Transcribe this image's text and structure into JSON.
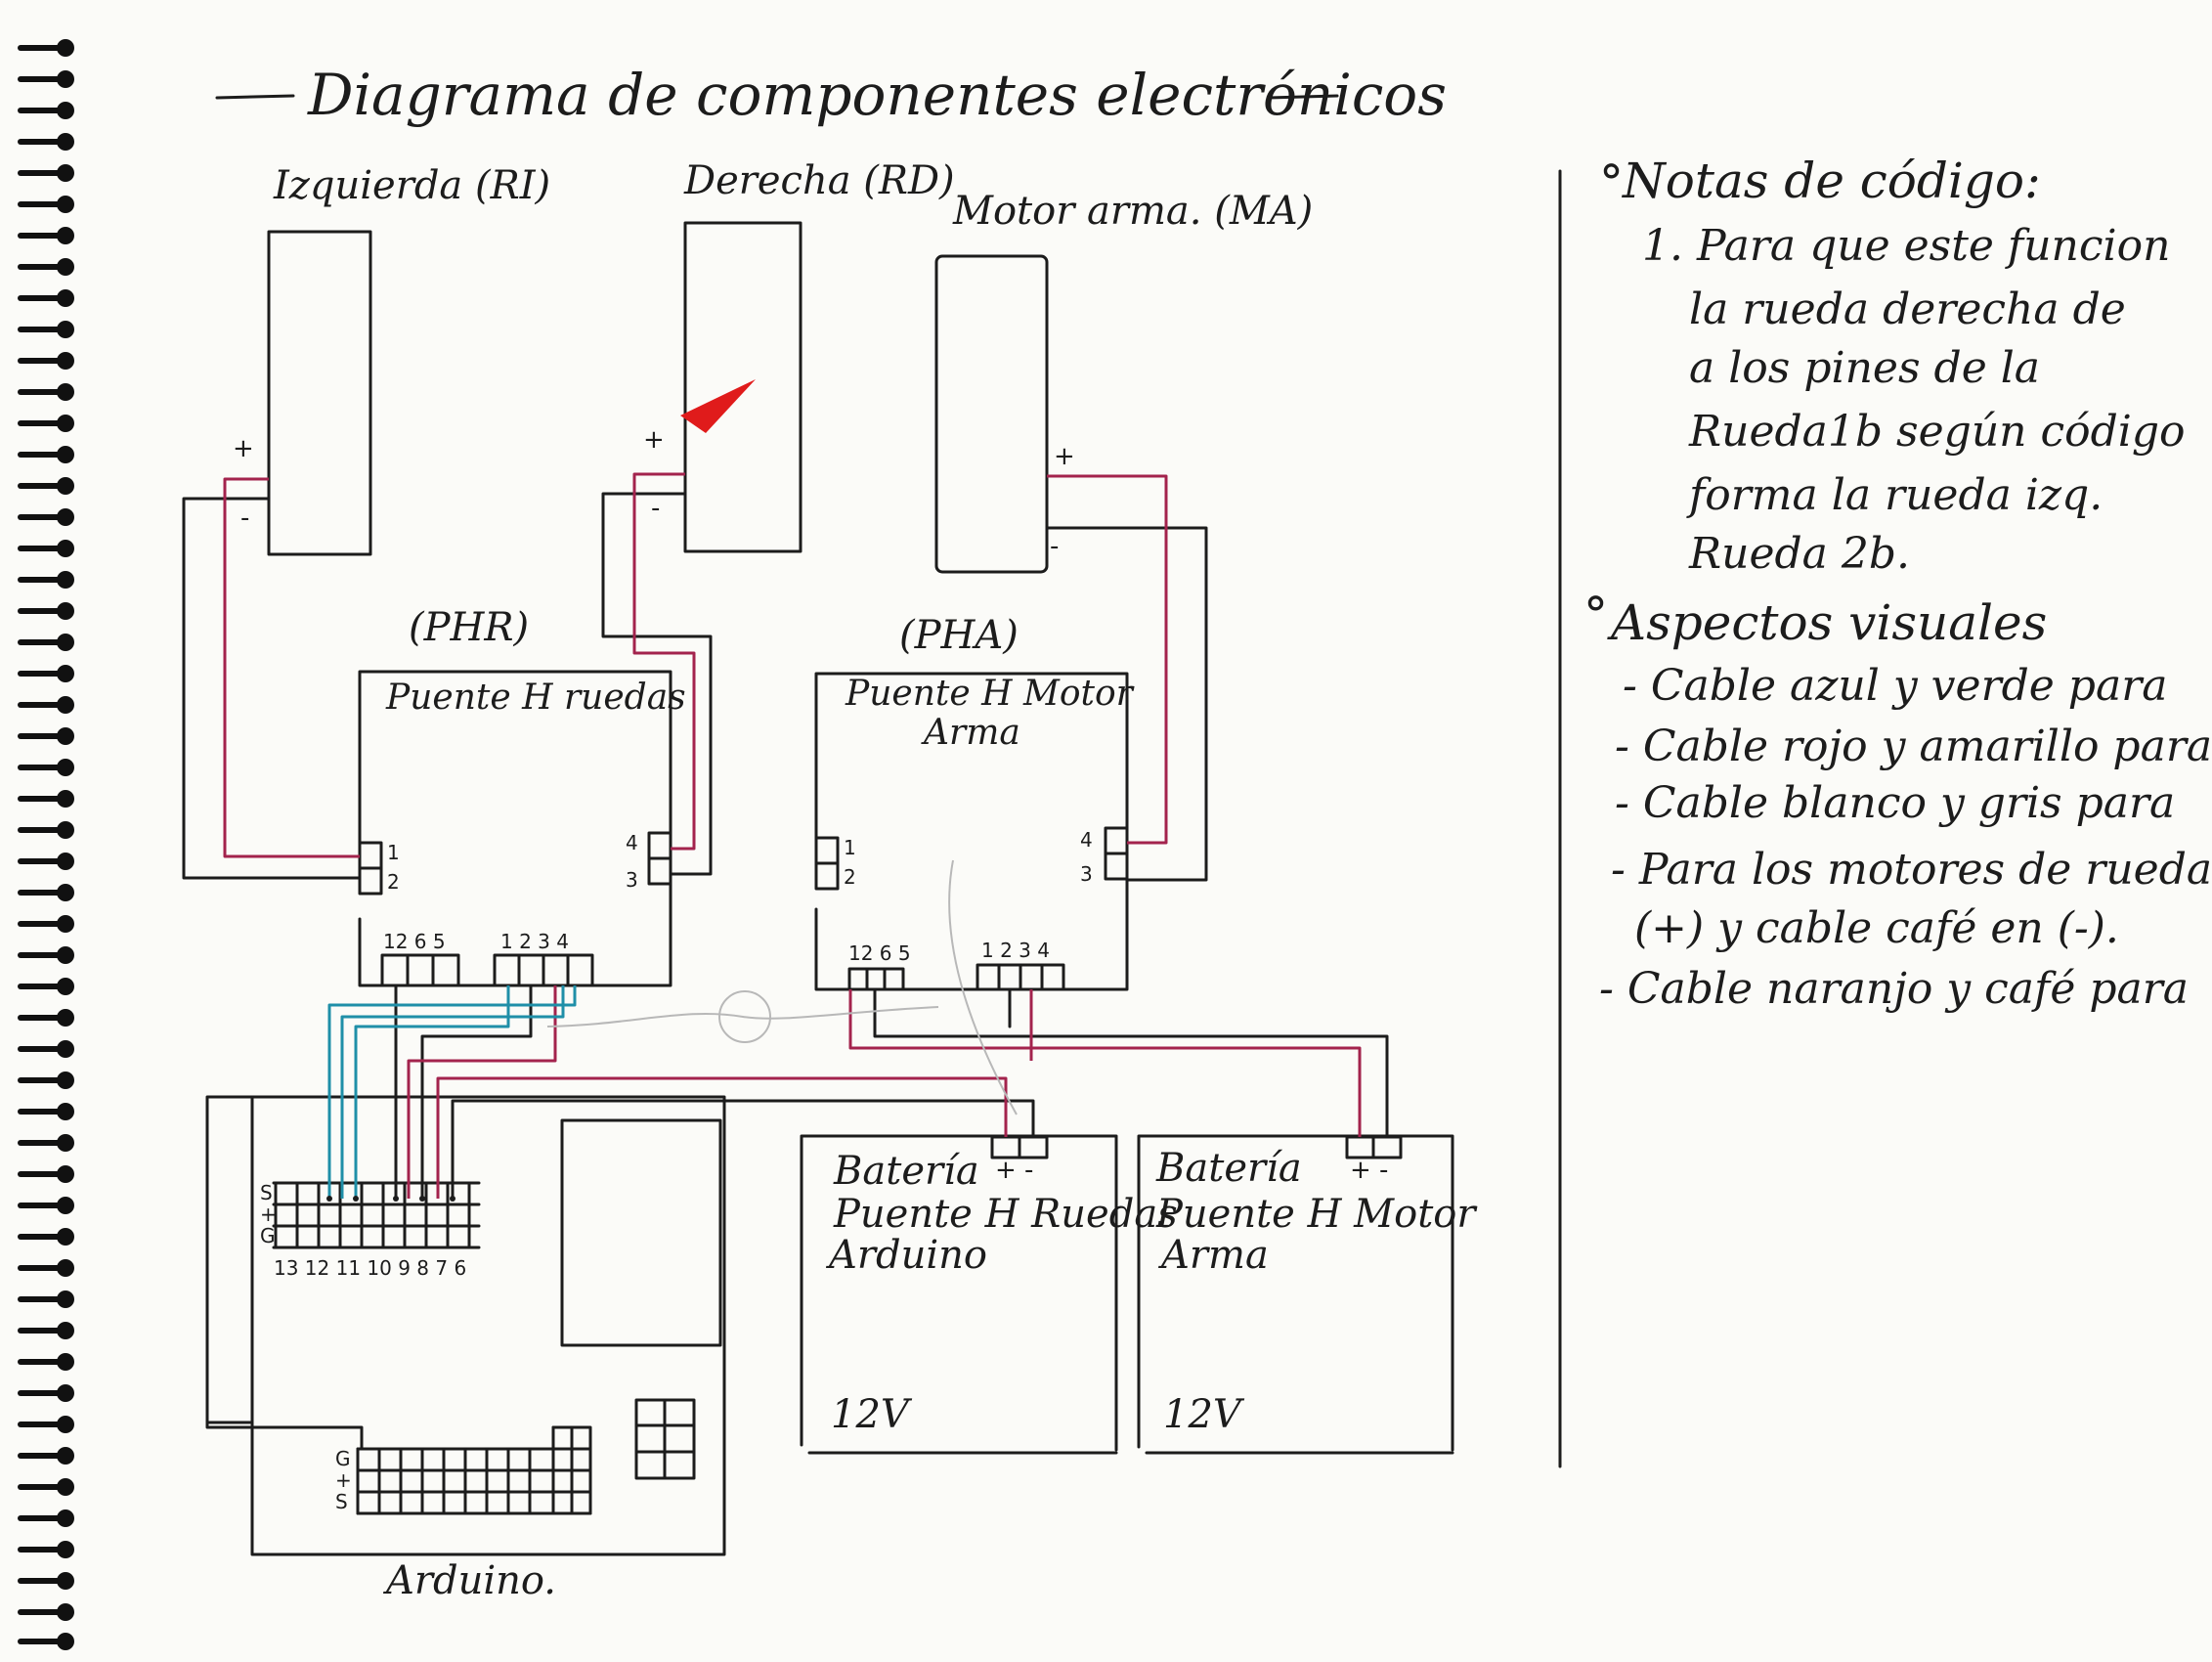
{
  "title": "Diagrama de componentes electrónicos",
  "motors": {
    "left": "Izquierda (RI)",
    "right": "Derecha (RD)",
    "weapon": "Motor arma. (MA)"
  },
  "bridges": {
    "wheels_tag": "(PHR)",
    "wheels_name": "Puente H ruedas",
    "weapon_tag": "(PHA)",
    "weapon_name_1": "Puente H Motor",
    "weapon_name_2": "Arma"
  },
  "pins": {
    "p1": "1",
    "p2": "2",
    "p3": "3",
    "p4": "4",
    "bottom_left": "12 6 5",
    "bottom_right": "1 2 3 4",
    "plus": "+",
    "minus": "-"
  },
  "arduino": {
    "label": "Arduino.",
    "row_s": "S",
    "row_plus": "+",
    "row_g": "G",
    "pin_numbers": "13 12 11 10 9 8 7 6"
  },
  "battery1": {
    "line1": "Batería",
    "line2": "Puente H Ruedas",
    "line3": "Arduino",
    "voltage": "12V",
    "terminals": "+ -"
  },
  "battery2": {
    "line1": "Batería",
    "line2": "Puente H Motor",
    "line3": "Arma",
    "voltage": "12V",
    "terminals": "+ -"
  },
  "notes": {
    "code_heading": "Notas de código:",
    "code_lines": [
      "1. Para que este funcion",
      "la rueda derecha de",
      "a los pines de la",
      "Rueda1b según código",
      "forma la rueda izq.",
      "Rueda 2b."
    ],
    "visual_heading": "Aspectos visuales",
    "visual_lines": [
      "- Cable azul y verde para",
      "- Cable rojo y amarillo para",
      "- Cable blanco y gris para",
      "- Para los motores de rueda",
      "(+) y cable café en (-).",
      "- Cable naranjo y café para"
    ]
  },
  "colors": {
    "ink": "#1c1c1c",
    "wire_red": "#a3234d",
    "wire_teal": "#1f8fa8",
    "marker_red": "#e01b1b"
  }
}
